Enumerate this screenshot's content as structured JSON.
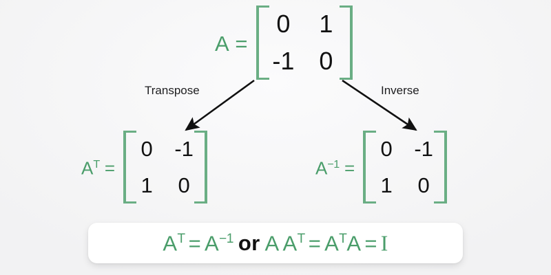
{
  "colors": {
    "green_text": "#4a9d6a",
    "bracket_green": "#6aae84",
    "digit_black": "#111111",
    "label_black": "#1d1d1f",
    "card_white": "#ffffff",
    "background": "#f2f2f3"
  },
  "matrix_a": {
    "label_base": "A",
    "label_sup": "",
    "equals": "=",
    "rows": [
      [
        "0",
        "1"
      ],
      [
        "-1",
        "0"
      ]
    ]
  },
  "matrix_transpose": {
    "label_base": "A",
    "label_sup": "T",
    "equals": "=",
    "rows": [
      [
        "0",
        "-1"
      ],
      [
        "1",
        "0"
      ]
    ]
  },
  "matrix_inverse": {
    "label_base": "A",
    "label_sup": "−1",
    "equals": "=",
    "rows": [
      [
        "0",
        "-1"
      ],
      [
        "1",
        "0"
      ]
    ]
  },
  "arrows": {
    "transpose_label": "Transpose",
    "inverse_label": "Inverse"
  },
  "result": {
    "lhs_base": "A",
    "lhs_sup": "T",
    "eq1": "=",
    "rhs_base": "A",
    "rhs_sup": "−1",
    "conjunction": "or",
    "p1_a": "A",
    "p1_b": "A",
    "p1_b_sup": "T",
    "eq2": "=",
    "p2_a": "A",
    "p2_a_sup": "T",
    "p2_b": "A",
    "eq3": "=",
    "identity": "I",
    "full_text": "Aᵀ = A⁻¹  or  A Aᵀ = AᵀA = I"
  }
}
